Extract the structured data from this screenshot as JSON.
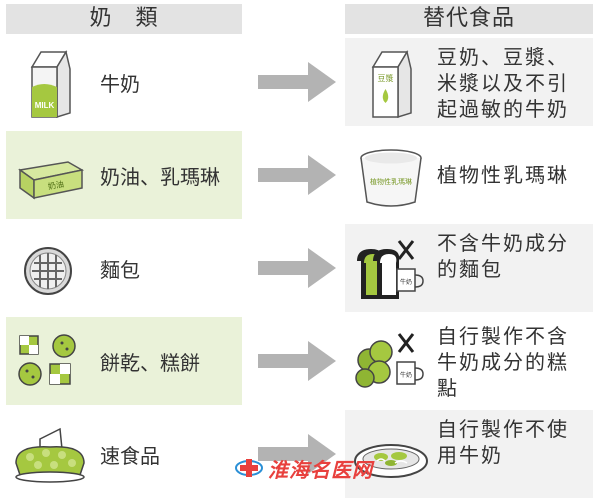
{
  "headers": {
    "dairy": "奶　類",
    "substitute": "替代食品"
  },
  "rows": [
    {
      "item": "牛奶",
      "item_icon": "milk-carton-icon",
      "item_icon_text": "MILK",
      "substitute": "豆奶、豆漿、米漿以及不引起過敏的牛奶",
      "substitute_icon": "soy-milk-carton-icon",
      "substitute_icon_text": "豆漿"
    },
    {
      "item": "奶油、乳瑪琳",
      "item_icon": "butter-block-icon",
      "item_icon_text": "奶油",
      "substitute": "植物性乳瑪琳",
      "substitute_icon": "margarine-tub-icon",
      "substitute_icon_text": "植物性乳瑪琳"
    },
    {
      "item": "麵包",
      "item_icon": "bread-bun-icon",
      "substitute": "不含牛奶成分的麵包",
      "substitute_icon": "bread-no-milk-icon",
      "substitute_icon_text": "牛奶"
    },
    {
      "item": "餅乾、糕餅",
      "item_icon": "cookies-icon",
      "substitute": "自行製作不含牛奶成分的糕點",
      "substitute_icon": "cookies-no-milk-icon",
      "substitute_icon_text": "牛奶"
    },
    {
      "item": "速食品",
      "item_icon": "fast-food-icon",
      "substitute": "自行製作不使用牛奶",
      "substitute_icon": "homemade-dish-icon"
    }
  ],
  "watermark": {
    "text": "淮海名医网",
    "icon": "watermark-logo-icon"
  },
  "colors": {
    "header_bg": "#e3e3e3",
    "row_bg_light": "#f2f2f2",
    "row_bg_green": "#eaf2d9",
    "accent_green": "#a5c840",
    "arrow_grey": "#b3b3b3",
    "watermark_red": "#e8403d"
  }
}
